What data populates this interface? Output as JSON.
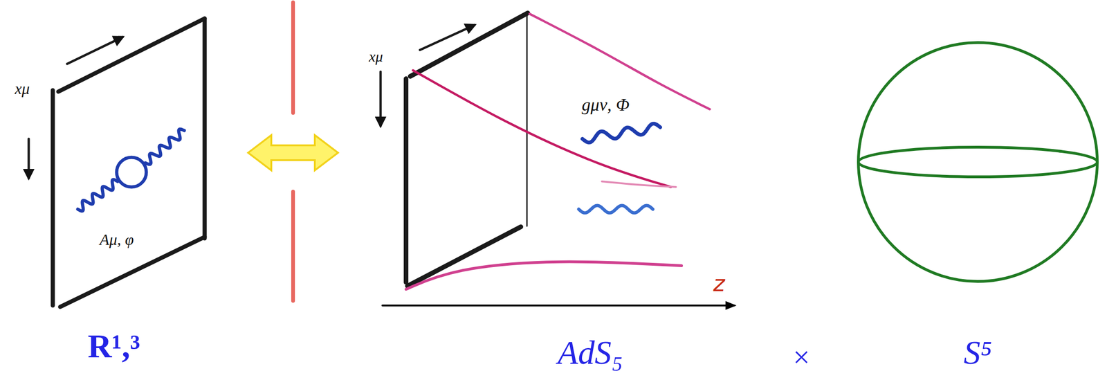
{
  "diagram": {
    "labels": [
      "xμ",
      "Aμ, φ",
      "xμ",
      "gμν, Φ",
      "z",
      "R¹,³",
      "AdS₅",
      "×",
      "S⁵"
    ]
  }
}
